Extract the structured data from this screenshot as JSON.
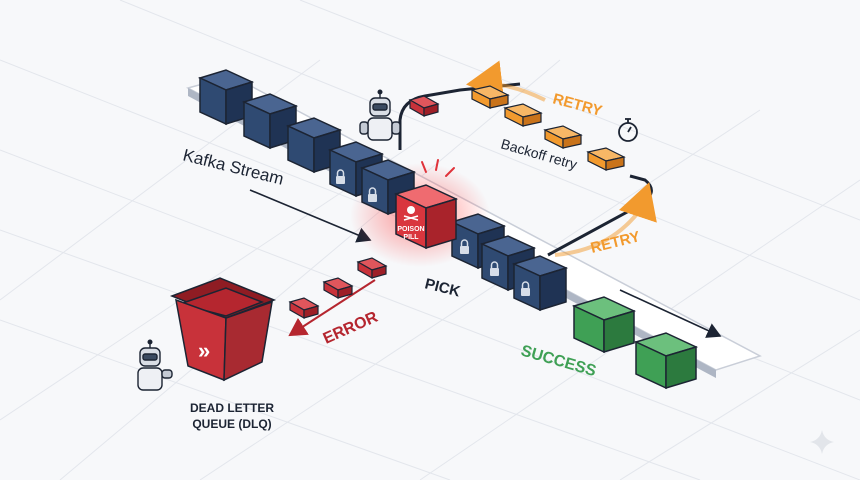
{
  "labels": {
    "stream": "Kafka Stream",
    "retry_top": "RETRY",
    "backoff": "Backoff retry",
    "retry_side": "RETRY",
    "poison_line1": "POISON",
    "poison_line2": "PILL",
    "pick": "PICK",
    "error": "ERROR",
    "success": "SUCCESS",
    "dlq_line1": "DEAD LETTER",
    "dlq_line2": "QUEUE (DLQ)",
    "dlq_glyph": "»"
  },
  "colors": {
    "background": "#f7f8fa",
    "message_navy": "#2f4a72",
    "poison_red": "#d9363e",
    "retry_orange": "#f29a2e",
    "success_green": "#3fa055",
    "error_red": "#b5262f",
    "dlq_bin": "#c8323a",
    "outline": "#1c2433"
  },
  "icons": {
    "timer": "stopwatch-icon",
    "lock": "padlock-icon",
    "skull": "skull-crossbones-icon",
    "robot": "robot-worker-icon"
  }
}
